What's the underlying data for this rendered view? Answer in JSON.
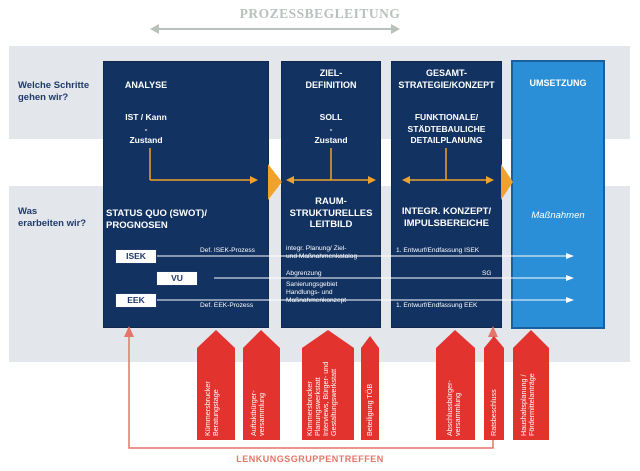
{
  "header": {
    "title": "PROZESSBEGLEITUNG"
  },
  "rows": {
    "top": "Welche Schritte\ngehen wir?",
    "bottom": "Was\nerarbeiten wir?"
  },
  "columns": {
    "analyse": {
      "title": "ANALYSE",
      "sub": "IST / Kann\n-\nZustand",
      "bottom": "STATUS QUO (SWOT)/\nPROGNOSEN"
    },
    "ziel": {
      "title": "ZIEL-\nDEFINITION",
      "sub": "SOLL\n-\nZustand",
      "bottom": "RAUM-\nSTRUKTURELLES\nLEITBILD"
    },
    "gesamt": {
      "title": "GESAMT-\nSTRATEGIE/KONZEPT",
      "sub": "FUNKTIONALE/\nSTÄDTEBAULICHE\nDETAILPLANUNG",
      "bottom": "INTEGR. KONZEPT/\nIMPULSBEREICHE"
    },
    "umsetzung": {
      "title": "UMSETZUNG",
      "bottom": "Maßnahmen"
    }
  },
  "details": {
    "def_isek": "Def. ISEK-Prozess",
    "def_eek": "Def. EEK-Prozess",
    "integr_planung": "integr. Planung/ Ziel-\nund  Maßnahmenkatalog",
    "abgrenzung": "Abgrenzung",
    "sanierung": "Sanierungsgebiet\nHandlungs- und\nMaßnahmenkonzept",
    "entwurf_isek": "1. Entwurf/Endfassung  ISEK",
    "sg": "SG",
    "entwurf_eek": "1. Entwurf/Endfassung  EEK"
  },
  "tags": {
    "isek": "ISEK",
    "vu": "VU",
    "eek": "EEK"
  },
  "events": [
    "Kümmersbrucker\nBeratungstage",
    "Auftaktbürger-\nversammlung",
    "Kümmersbrucker\nPlanungswerkstatt\nInterviews, Bürger- und\nGestaltungswerkstatt",
    "Beteiligung TÖB",
    "Abschlussbürger-\nversammlung",
    "Ratsbeschluss",
    "Haushaltsplanung /\nFördermittelanträge"
  ],
  "footer": {
    "label": "LENKUNGSGRUPPENTREFFEN"
  },
  "colors": {
    "navy": "#123262",
    "blue": "#2a8fd6",
    "orange": "#f0a22c",
    "red": "#e2332f",
    "grey": "#e3e6ea"
  }
}
